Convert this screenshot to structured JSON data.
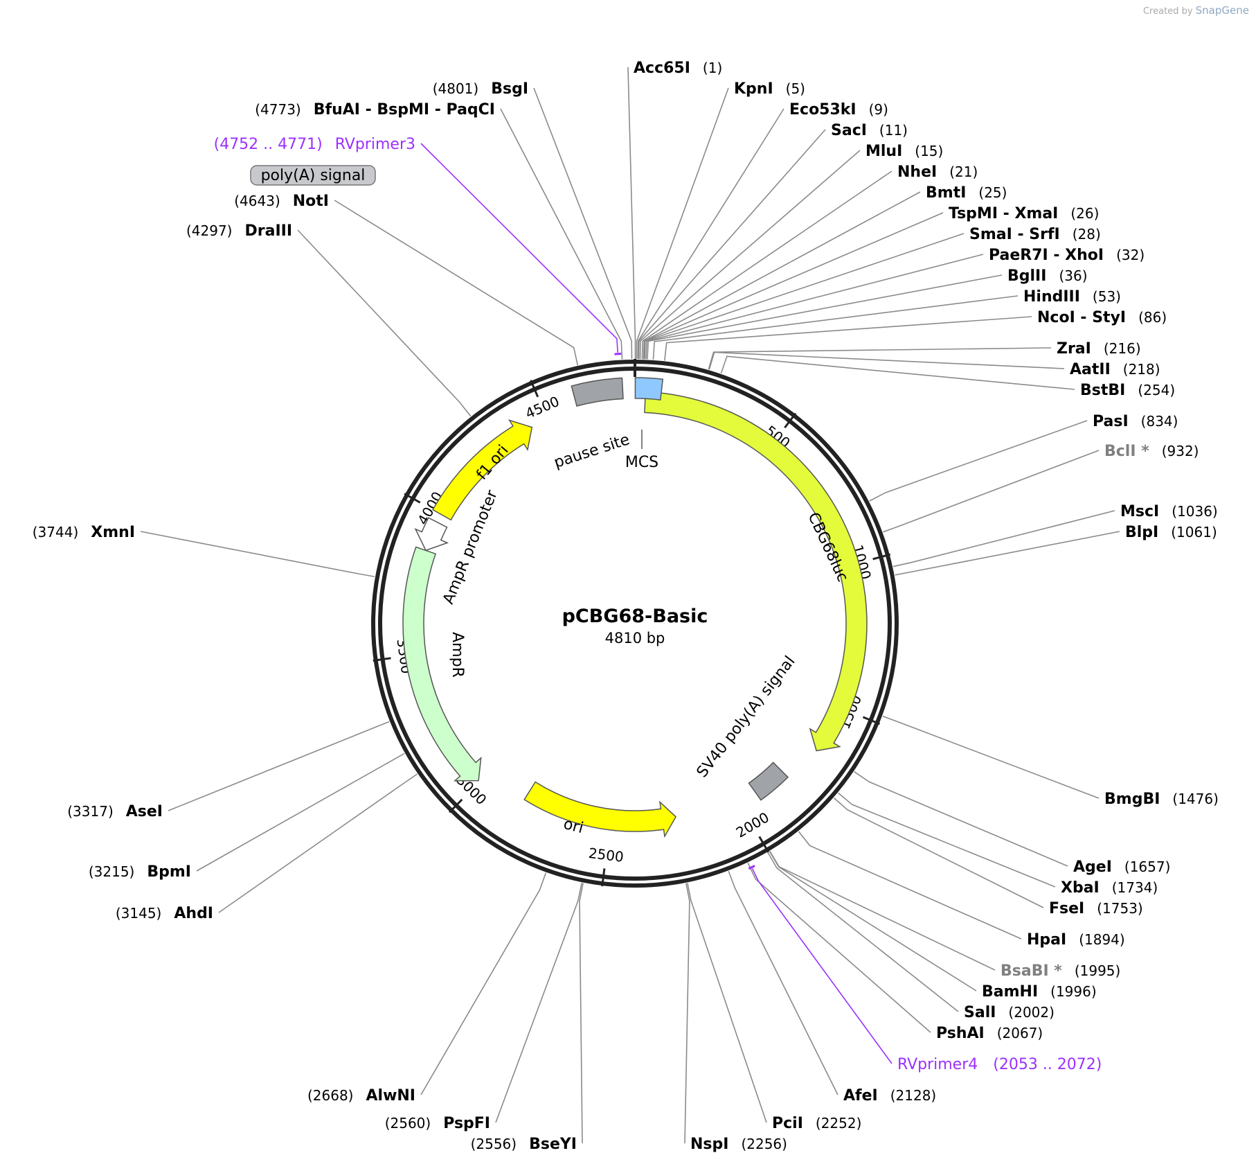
{
  "watermark": {
    "prefix": "Created by",
    "brand": "SnapGene"
  },
  "plasmid": {
    "name": "pCBG68-Basic",
    "size_label": "4810 bp",
    "length": 4810
  },
  "ticks": [
    500,
    1000,
    1500,
    2000,
    2500,
    3000,
    3500,
    4000,
    4500
  ],
  "features": [
    {
      "name": "CBG68luc",
      "start": 35,
      "end": 1670,
      "color": "#e3fb3a",
      "type": "arrow",
      "dir": 1
    },
    {
      "name": "SV40 poly(A) signal",
      "start": 1805,
      "end": 1930,
      "color": "#a0a3a7",
      "type": "box",
      "dir": 0
    },
    {
      "name": "ori",
      "start": 2245,
      "end": 2835,
      "color": "#ffff00",
      "type": "arrow",
      "dir": -1
    },
    {
      "name": "AmpR",
      "start": 3005,
      "end": 3865,
      "color": "#ccffcc",
      "type": "arrow",
      "dir": -1
    },
    {
      "name": "AmpR promoter",
      "start": 3865,
      "end": 3970,
      "color": "#ffffff",
      "type": "arrow",
      "dir": -1
    },
    {
      "name": "f1 ori",
      "start": 4000,
      "end": 4440,
      "color": "#ffff00",
      "type": "arrow",
      "dir": 1
    },
    {
      "name": "pause site",
      "start": 4610,
      "end": 4770,
      "color": "#a0a3a7",
      "type": "box",
      "dir": 0
    },
    {
      "name": "MCS",
      "start": 1,
      "end": 87,
      "color": "#8fc8ff",
      "type": "box",
      "dir": 0
    },
    {
      "name": "poly(A) signal",
      "start": 4550,
      "end": 4600,
      "color": "#a0a3a7",
      "type": "box",
      "dir": 0
    }
  ],
  "enzymes": [
    {
      "name": "Acc65I",
      "pos": "(1)",
      "loc": 1
    },
    {
      "name": "KpnI",
      "pos": "(5)",
      "loc": 5
    },
    {
      "name": "Eco53kI",
      "pos": "(9)",
      "loc": 9
    },
    {
      "name": "SacI",
      "pos": "(11)",
      "loc": 11
    },
    {
      "name": "MluI",
      "pos": "(15)",
      "loc": 15
    },
    {
      "name": "NheI",
      "pos": "(21)",
      "loc": 21
    },
    {
      "name": "BmtI",
      "pos": "(25)",
      "loc": 25
    },
    {
      "name": "TspMI - XmaI",
      "pos": "(26)",
      "loc": 26
    },
    {
      "name": "SmaI - SrfI",
      "pos": "(28)",
      "loc": 28
    },
    {
      "name": "PaeR7I - XhoI",
      "pos": "(32)",
      "loc": 32
    },
    {
      "name": "BglII",
      "pos": "(36)",
      "loc": 36
    },
    {
      "name": "HindIII",
      "pos": "(53)",
      "loc": 53
    },
    {
      "name": "NcoI - StyI",
      "pos": "(86)",
      "loc": 86
    },
    {
      "name": "ZraI",
      "pos": "(216)",
      "loc": 216
    },
    {
      "name": "AatII",
      "pos": "(218)",
      "loc": 218
    },
    {
      "name": "BstBI",
      "pos": "(254)",
      "loc": 254
    },
    {
      "name": "PasI",
      "pos": "(834)",
      "loc": 834
    },
    {
      "name": "BclI *",
      "pos": "(932)",
      "loc": 932,
      "gray": true
    },
    {
      "name": "MscI",
      "pos": "(1036)",
      "loc": 1036
    },
    {
      "name": "BlpI",
      "pos": "(1061)",
      "loc": 1061
    },
    {
      "name": "BmgBI",
      "pos": "(1476)",
      "loc": 1476
    },
    {
      "name": "AgeI",
      "pos": "(1657)",
      "loc": 1657
    },
    {
      "name": "XbaI",
      "pos": "(1734)",
      "loc": 1734
    },
    {
      "name": "FseI",
      "pos": "(1753)",
      "loc": 1753
    },
    {
      "name": "HpaI",
      "pos": "(1894)",
      "loc": 1894
    },
    {
      "name": "BsaBI *",
      "pos": "(1995)",
      "loc": 1995,
      "gray": true
    },
    {
      "name": "BamHI",
      "pos": "(1996)",
      "loc": 1996
    },
    {
      "name": "SalI",
      "pos": "(2002)",
      "loc": 2002
    },
    {
      "name": "PshAI",
      "pos": "(2067)",
      "loc": 2067
    },
    {
      "name": "AfeI",
      "pos": "(2128)",
      "loc": 2128
    },
    {
      "name": "PciI",
      "pos": "(2252)",
      "loc": 2252
    },
    {
      "name": "NspI",
      "pos": "(2256)",
      "loc": 2256
    },
    {
      "name": "BseYI",
      "pos": "(2556)",
      "loc": 2556
    },
    {
      "name": "PspFI",
      "pos": "(2560)",
      "loc": 2560
    },
    {
      "name": "AlwNI",
      "pos": "(2668)",
      "loc": 2668
    },
    {
      "name": "AhdI",
      "pos": "(3145)",
      "loc": 3145
    },
    {
      "name": "BpmI",
      "pos": "(3215)",
      "loc": 3215
    },
    {
      "name": "AseI",
      "pos": "(3317)",
      "loc": 3317
    },
    {
      "name": "XmnI",
      "pos": "(3744)",
      "loc": 3744
    },
    {
      "name": "DraIII",
      "pos": "(4297)",
      "loc": 4297
    },
    {
      "name": "NotI",
      "pos": "(4643)",
      "loc": 4643
    },
    {
      "name": "BfuAI - BspMI - PaqCI",
      "pos": "(4773)",
      "loc": 4773
    },
    {
      "name": "BsgI",
      "pos": "(4801)",
      "loc": 4801
    }
  ],
  "primers": [
    {
      "name": "RVprimer3",
      "pos": "(4752 .. 4771)",
      "start": 4752,
      "end": 4771
    },
    {
      "name": "RVprimer4",
      "pos": "(2053 .. 2072)",
      "start": 2053,
      "end": 2072
    }
  ]
}
